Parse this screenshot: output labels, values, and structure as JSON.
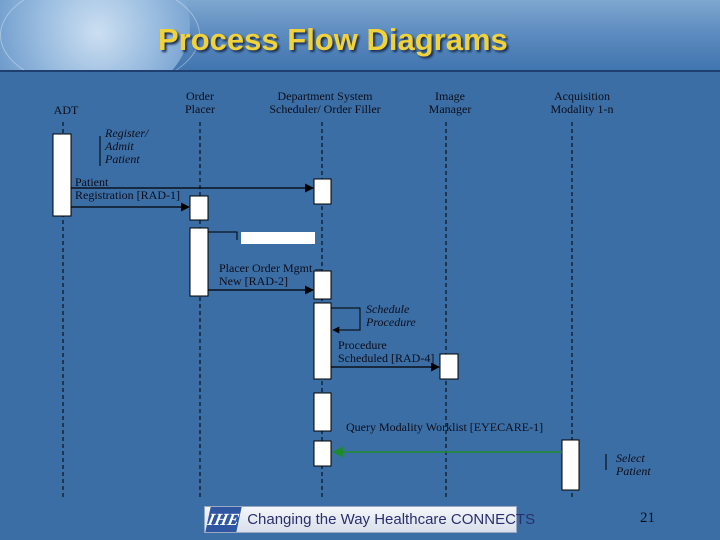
{
  "slide": {
    "title": "Process Flow Diagrams",
    "footer_tagline": "Changing the Way Healthcare CONNECTS",
    "logo_text": "IHE",
    "page_number": "21"
  },
  "actors": [
    {
      "id": "adt",
      "label": "ADT"
    },
    {
      "id": "order-placer",
      "label": "Order\nPlacer"
    },
    {
      "id": "dss-of",
      "label": "Department System\nScheduler/ Order Filler"
    },
    {
      "id": "image-manager",
      "label": "Image\nManager"
    },
    {
      "id": "acquisition-modality",
      "label": "Acquisition\nModality 1-n"
    }
  ],
  "messages": [
    {
      "id": "patient-registration",
      "label": "Patient\nRegistration [RAD-1]"
    },
    {
      "id": "placer-order-mgmt",
      "label": "Placer Order Mgmt –\nNew [RAD-2]"
    },
    {
      "id": "procedure-scheduled",
      "label": "Procedure\nScheduled [RAD-4]"
    },
    {
      "id": "query-modality-worklist",
      "label": "Query Modality Worklist [EYECARE-1]"
    }
  ],
  "notes": [
    {
      "id": "register-admit-patient",
      "label": "Register/\nAdmit\nPatient"
    },
    {
      "id": "schedule-procedure",
      "label": "Schedule\nProcedure"
    },
    {
      "id": "select-patient",
      "label": "Select\nPatient"
    }
  ],
  "colors": {
    "background": "#3a6ea5",
    "title": "#f2d23a",
    "query_arrow": "#1e8a2e"
  }
}
